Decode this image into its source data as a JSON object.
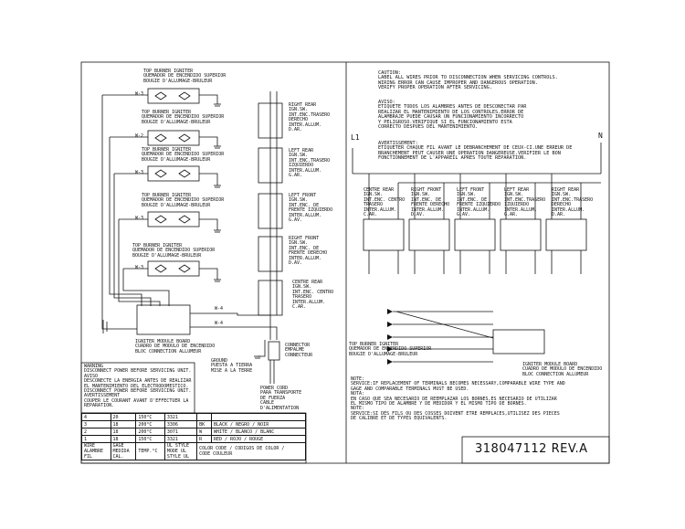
{
  "title_block": {
    "part_number": "318047112 REV.A"
  },
  "left": {
    "burners": [
      {
        "wire": "W-3",
        "label": "TOP BURNER IGNITER\nQUEMADOR DE ENCENDIDO SUPERIOR\nBOUGIE D'ALLUMAGE-BRULEUR"
      },
      {
        "wire": "W-2",
        "label": "TOP BURNER IGNITER\nQUEMADOR DE ENCENDIDO SUPERIOR\nBOUGIE D'ALLUMAGE-BRULEUR"
      },
      {
        "wire": "W-3",
        "label": "TOP BURNER IGNITER\nQUEMADOR DE ENCENDIDO SUPERIOR\nBOUGIE D'ALLUMAGE-BRULEUR"
      },
      {
        "wire": "W-3",
        "label": "TOP BURNER IGNITER\nQUEMADOR DE ENCENDIDO SUPERIOR\nBOUGIE D'ALLUMAGE-BRULEUR"
      },
      {
        "wire": "W-3",
        "label": "TOP BURNER IGNITER\nQUEMADOR DE ENCENDIDO SUPERIOR\nBOUGIE D'ALLUMAGE-BRULEUR"
      }
    ],
    "switches": [
      {
        "label": "RIGHT REAR\nIGN.SW.\nINT.ENC.TRASERO\nDERECHO\nINTER.ALLUM.\nD.AR."
      },
      {
        "label": "LEFT REAR\nIGN.SW.\nINT.ENC.TRASERO\nIZQUIERDO\nINTER.ALLUM.\nG.AR."
      },
      {
        "label": "LEFT FRONT\nIGN.SW.\nINT.ENC. DE\nFRENTE IZQUIERDO\nINTER.ALLUM.\nG.AV."
      },
      {
        "label": "RIGHT FRONT\nIGN.SW.\nINT.ENC. DE\nFRENTE DERECHO\nINTER.ALLUM.\nD.AV."
      },
      {
        "label": "CENTRE REAR\nIGN.SW.\nINT.ENC. CENTRO\nTRASERO\nINTER.ALLUM.\nC.AR."
      }
    ],
    "wire_w4": "W-4",
    "igniter_module": "IGNITER MODULE BOARD\nCUADRO DE MODULO DE ENCENDIDO\nBLOC CONNECTION ALLUMEUR",
    "ground": "GROUND\nPUESTA A TIERRA\nMISE A LA TERRE",
    "connector": "CONNECTOR\nEMPALME\nCONNECTEUR",
    "power_cord": "POWER CORD\nPARA TRANSPORTE\nDE FUERZA\nCABLE\nD'ALIMENTATION",
    "warning": "WARNING\nDISCONNECT POWER BEFORE SERVICING UNIT.\nAVISO\nDESCONECTE LA ENERGIA ANTES DE REALIZAR\nEL MANTENIMIENTO DEL ELECTRODOMESTICO.\nDISCONNECT POWER BEFORE SERVICING UNIT.\nAVERTISSEMENT\nCOUPER LE COURANT AVANT D'EFFECTUER LA\nREPARATION.",
    "wire_table": {
      "rows": [
        [
          "4",
          "20",
          "150°C",
          "3321",
          "",
          ""
        ],
        [
          "3",
          "18",
          "200°C",
          "3306",
          "BK",
          "BLACK / NEGRO / NOIR"
        ],
        [
          "2",
          "18",
          "200°C",
          "3071",
          "W",
          "WHITE / BLANCO / BLANC"
        ],
        [
          "1",
          "18",
          "150°C",
          "3321",
          "R",
          "RED / ROJO / ROUGE"
        ]
      ],
      "footer": [
        "WIRE\nALAMBRE\nFIL",
        "GAGE\nMEDIDA\nCAL.",
        "TEMP.°C",
        "UL STYLE\nMODE UL\nSTYLE UL",
        "COLOR CODE / CODIGOS DE COLOR /\nCODE COULEUR"
      ]
    }
  },
  "right": {
    "caution": "CAUTION:\nLABEL ALL WIRES PRIOR TO DISCONNECTION WHEN SERVICING CONTROLS.\nWIRING ERROR CAN CAUSE IMPROPER AND DANGEROUS OPERATION.\nVERIFY PROPER OPERATION AFTER SERVICING.",
    "aviso": "AVISO:\nETIQUETE TODOS LOS ALAMBRES ANTES DE DESCONECTAR PAR\nREALIZAR EL MANTENIMIENTO DE LOS CONTROLES.ERROR DE\nALAMBRAJE PUEDE CAUSAR UN FUNCIONAMIENTO INCORRECTO\nY PELIGROSO.VERIFIQUE SI EL FUNCIONAMIENTO ESTA\nCORRECTO DESPUES DEL MANTENIMIENTO.",
    "avertissement": "AVERTISSEMENT:\nETIQUETER CHAQUE FIL AVANT LE DEBRANCHEMENT DE CEUX-CI.UNE ERREUR DE\nBRANCHEMENT PEUT CAUSER UNE OPERATION DANGEREUSE.VERIFIER LE BON\nFONCTIONNEMENT DE L'APPAREIL APRES TOUTE REPARATION.",
    "l1": "L1",
    "n": "N",
    "switches": [
      {
        "label": "CENTRE REAR\nIGN.SW.\nINT.ENC. CENTRO\nTRASERO\nINTER.ALLUM.\nC.AR."
      },
      {
        "label": "RIGHT FRONT\nIGN.SW.\nINT.ENC. DE\nFRENTE DERECHO\nINTER.ALLUM.\nD.AV."
      },
      {
        "label": "LEFT FRONT\nIGN.SW.\nINT.ENC. DE\nFRENTE IZQUIERDO\nINTER.ALLUM.\nG.AV."
      },
      {
        "label": "LEFT REAR\nIGN.SW.\nINT.ENC.TRASERO\nIZQUIERDO\nINTER.ALLUM.\nG.AR."
      },
      {
        "label": "RIGHT REAR\nIGN.SW.\nINT.ENC.TRASERO\nDERECHO\nINTER.ALLUM.\nD.AR."
      }
    ],
    "burner": "TOP BURNER IGNITER\nQUEMADOR DE ENCENDIDO SUPERIOR\nBOUGIE D'ALLUMAGE-BRULEUR",
    "igniter_module": "IGNITER MODULE BOARD\nCUADRO DE MODULO DE ENCENDIDO\nBLOC CONNECTION ALLUMEUR",
    "note": "NOTE:\nSERVICE:IF REPLACEMENT OF TERMINALS BECOMES NECESSARY,COMPARABLE WIRE TYPE AND\nGAGE AND COMPARABLE TERMINALS MUST BE USED.\nNOTA:\nEN CASO QUE SEA NECESARIO DE REEMPLAZAR LOS BORNES,ES NECESARIO DE UTILIZAR\nEL MISMO TIPO DE ALAMBRE Y DE MEDIDOR Y EL MISMO TIPO DE BORNES.\nNOTE:\nSERVICE:SI DES FILS OU DES COSSES DOIVENT ETRE REMPLACES,UTILISEZ DES PIECES\nDE CALIBRE ET DE TYPES EQUIVALENTS."
  }
}
